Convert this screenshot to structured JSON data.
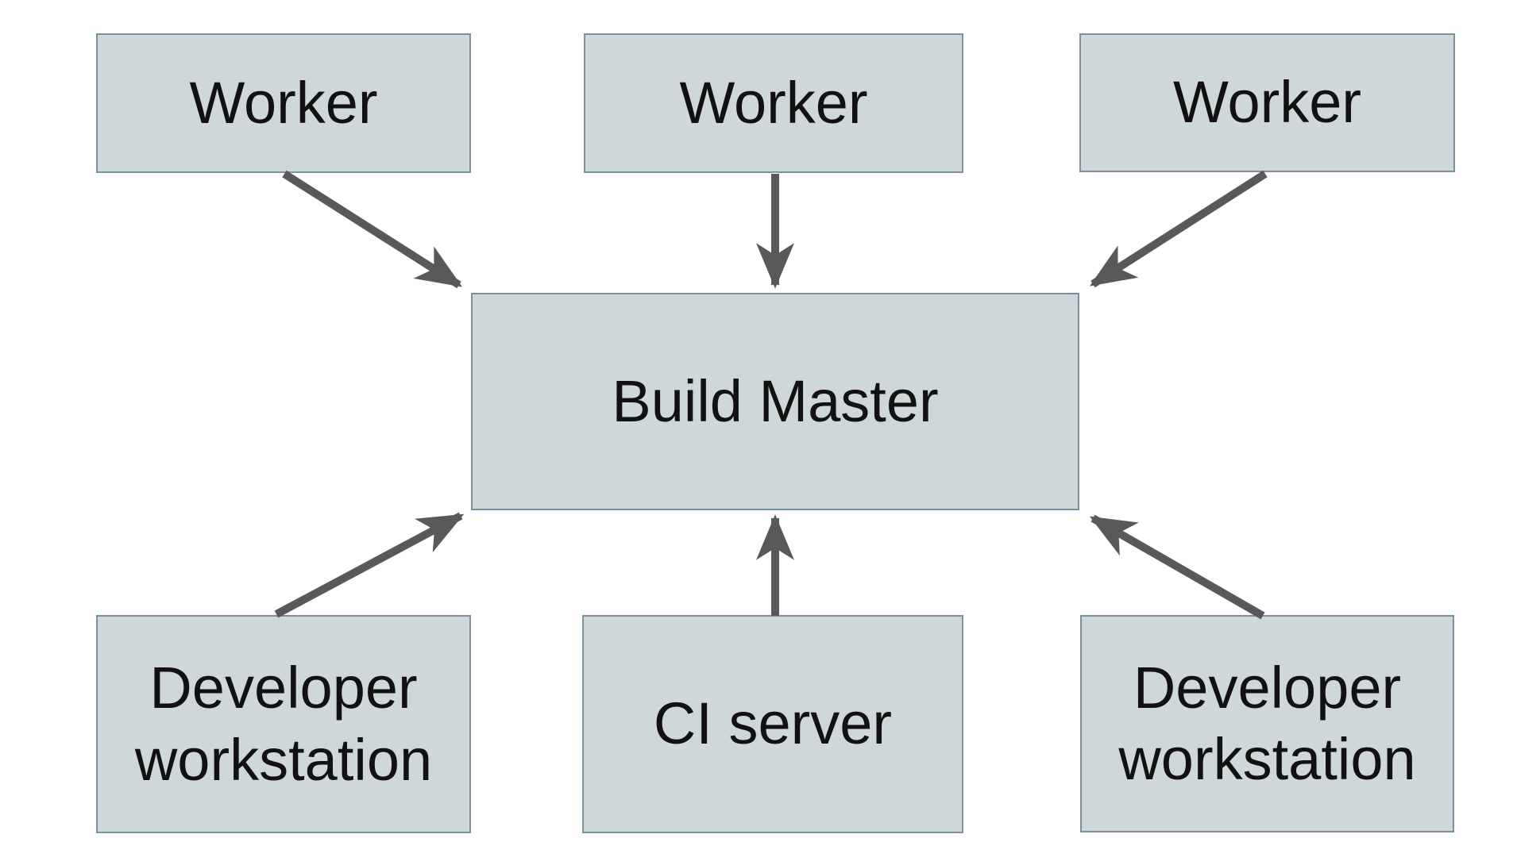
{
  "diagram": {
    "nodes": {
      "worker1": {
        "label": "Worker"
      },
      "worker2": {
        "label": "Worker"
      },
      "worker3": {
        "label": "Worker"
      },
      "build_master": {
        "label": "Build Master"
      },
      "dev_left": {
        "label": "Developer workstation"
      },
      "ci_server": {
        "label": "CI server"
      },
      "dev_right": {
        "label": "Developer workstation"
      }
    },
    "edges": [
      {
        "from": "worker1",
        "to": "build_master",
        "direction": "down-right"
      },
      {
        "from": "worker2",
        "to": "build_master",
        "direction": "down"
      },
      {
        "from": "worker3",
        "to": "build_master",
        "direction": "down-left"
      },
      {
        "from": "dev_left",
        "to": "build_master",
        "direction": "up-right"
      },
      {
        "from": "ci_server",
        "to": "build_master",
        "direction": "up"
      },
      {
        "from": "dev_right",
        "to": "build_master",
        "direction": "up-left"
      }
    ],
    "colors": {
      "background": "#ffffff",
      "node_fill": "#ced7d9",
      "node_border": "#7b929c",
      "arrow": "#58595a",
      "text": "#111111"
    }
  }
}
